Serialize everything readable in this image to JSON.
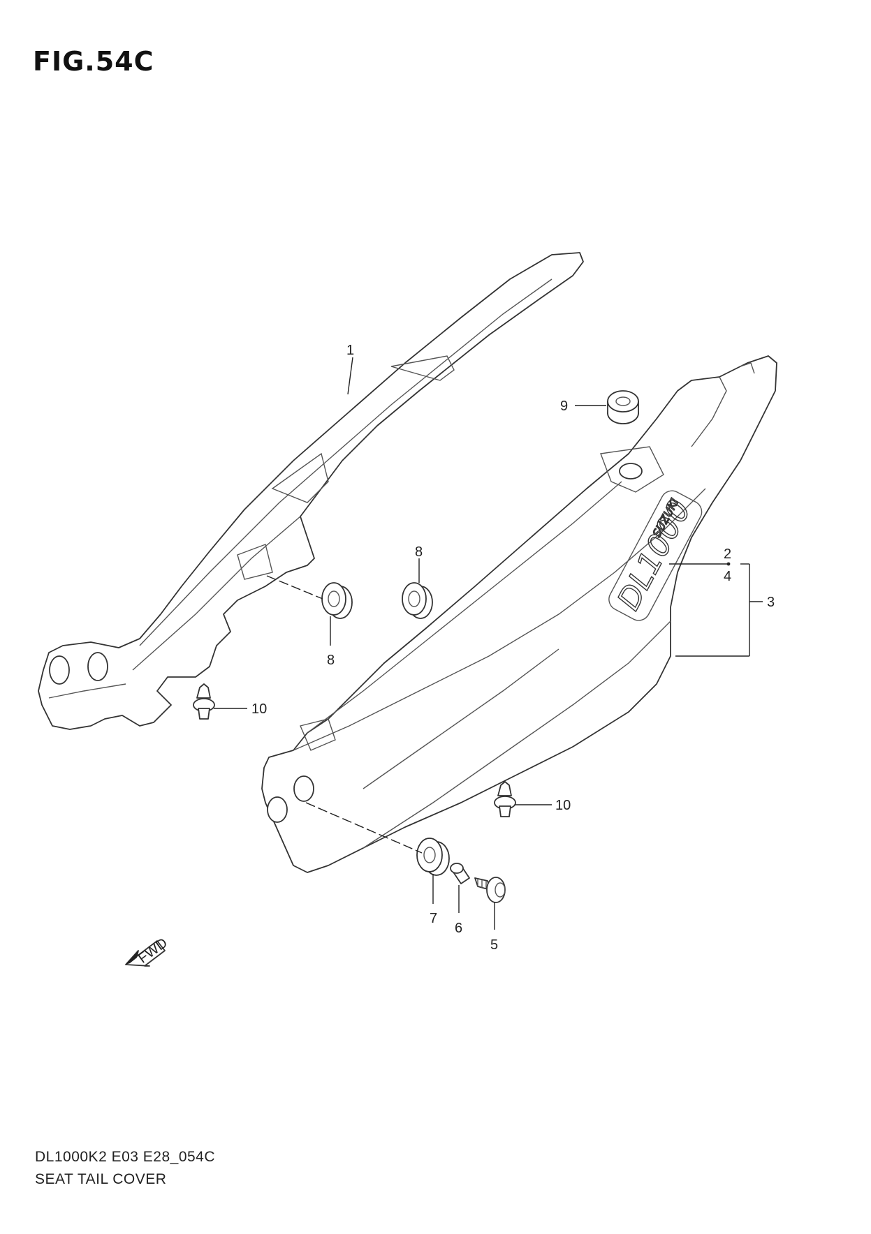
{
  "figure": {
    "title": "FIG.54C",
    "code": "DL1000K2 E03 E28_054C",
    "name": "SEAT TAIL COVER"
  },
  "callouts": [
    {
      "id": "c1",
      "label": "1"
    },
    {
      "id": "c2",
      "label": "2"
    },
    {
      "id": "c3",
      "label": "3"
    },
    {
      "id": "c4",
      "label": "4"
    },
    {
      "id": "c5",
      "label": "5"
    },
    {
      "id": "c6",
      "label": "6"
    },
    {
      "id": "c7",
      "label": "7"
    },
    {
      "id": "c8a",
      "label": "8"
    },
    {
      "id": "c8b",
      "label": "8"
    },
    {
      "id": "c9",
      "label": "9"
    },
    {
      "id": "c10a",
      "label": "10"
    },
    {
      "id": "c10b",
      "label": "10"
    }
  ],
  "decal": {
    "model": "DL1000",
    "brand": "SUZUKI"
  },
  "fwd_arrow": {
    "label": "FWD"
  }
}
